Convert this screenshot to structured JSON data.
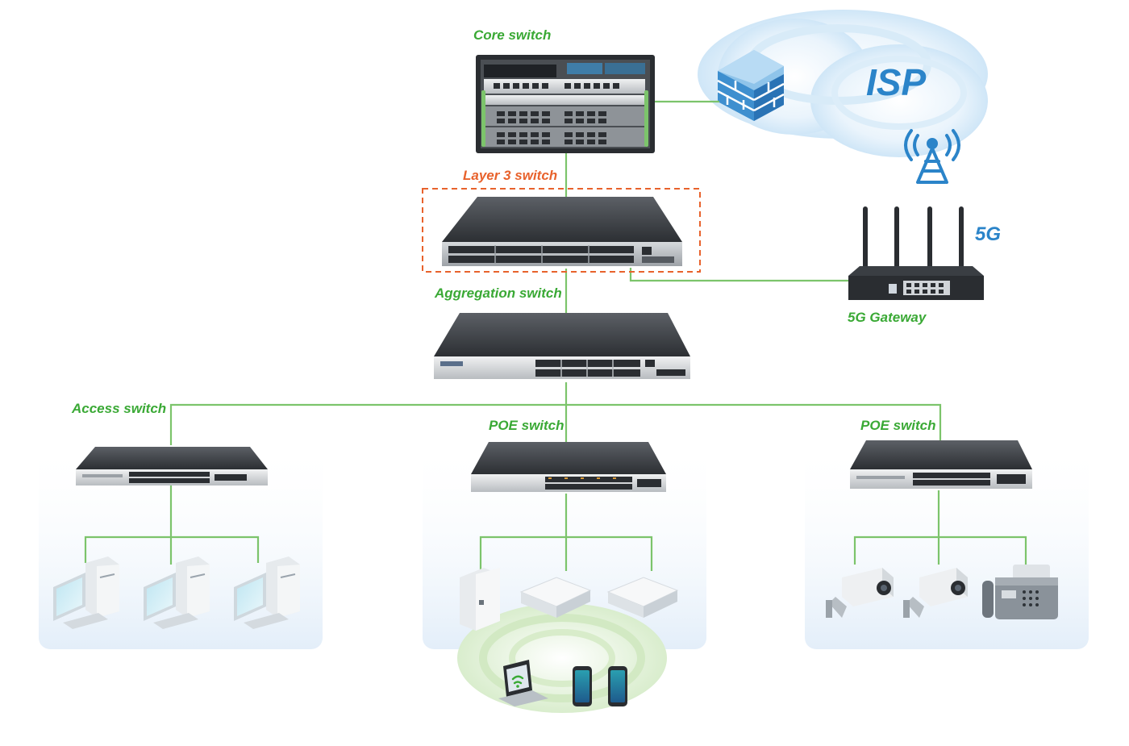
{
  "labels": {
    "core_switch": "Core switch",
    "layer3_switch": "Layer 3 switch",
    "aggregation_switch": "Aggregation switch",
    "access_switch": "Access switch",
    "poe_switch_middle": "POE switch",
    "poe_switch_right": "POE switch",
    "gateway_5g": "5G Gateway",
    "isp": "ISP",
    "badge_5g": "5G"
  },
  "colors": {
    "link_line": "#7cc46b",
    "label_green": "#3aa935",
    "label_orange": "#e8622c",
    "dashed_box": "#e8622c",
    "isp_blue": "#2b84c9",
    "panel_bg": "#eaf2fa",
    "wifi_green": "#d8eccd"
  }
}
